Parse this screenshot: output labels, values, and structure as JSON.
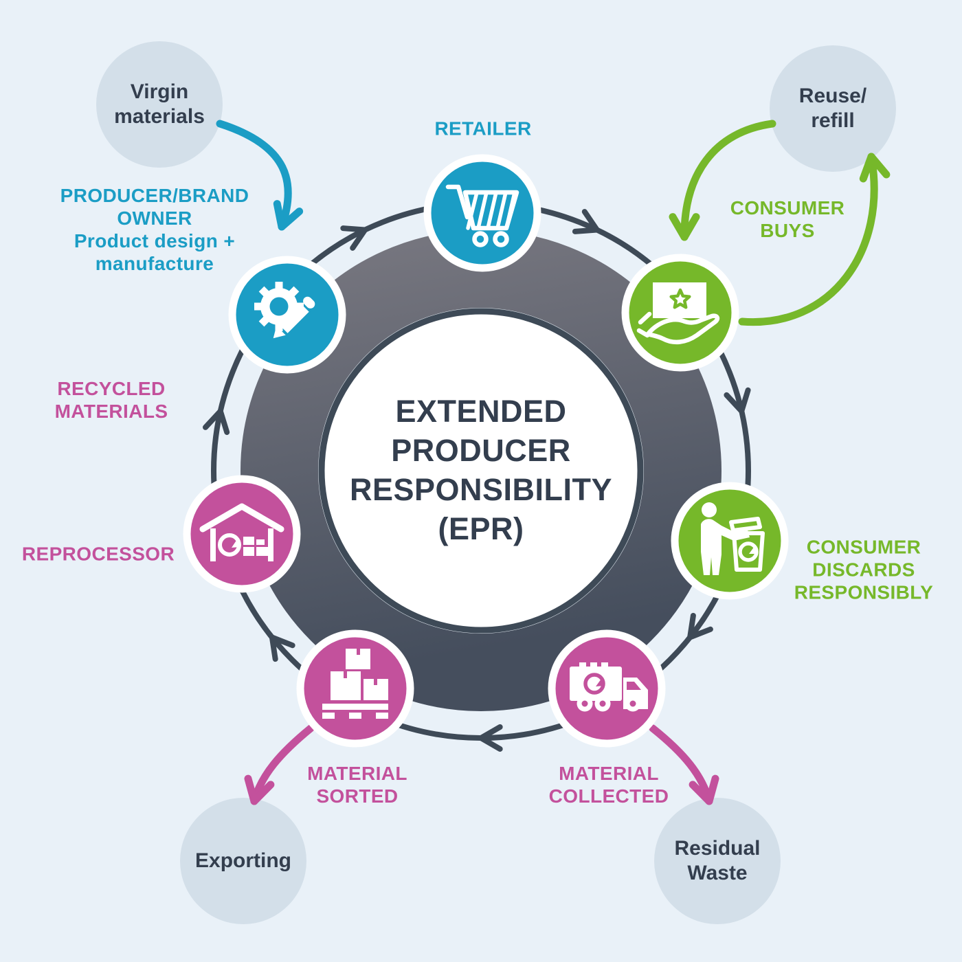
{
  "colors": {
    "bg": "#e9f1f8",
    "navy": "#333e4e",
    "teal": "#1b9dc5",
    "green": "#76b82a",
    "pink": "#c3519c",
    "satellite": "#d3dfe9",
    "ring-top": "#75757e",
    "ring-bottom": "#454e5d",
    "ring-dark": "#3e4a57"
  },
  "center": {
    "lines": [
      "EXTENDED",
      "PRODUCER",
      "RESPONSIBILITY",
      "(EPR)"
    ]
  },
  "nodes": {
    "producer": {
      "icon": "gear-pencil-icon",
      "label_lines": [
        "PRODUCER/BRAND",
        "OWNER",
        "Product design +",
        "manufacture"
      ]
    },
    "retailer": {
      "icon": "shopping-cart-icon",
      "label_lines": [
        "RETAILER"
      ]
    },
    "consumer_buys": {
      "icon": "hand-holding-card-icon",
      "label_lines": [
        "CONSUMER",
        "BUYS"
      ]
    },
    "consumer_discards": {
      "icon": "person-recycling-bin-icon",
      "label_lines": [
        "CONSUMER",
        "DISCARDS",
        "RESPONSIBLY"
      ]
    },
    "material_collected": {
      "icon": "garbage-truck-icon",
      "label_lines": [
        "MATERIAL",
        "COLLECTED"
      ]
    },
    "material_sorted": {
      "icon": "boxes-pallet-icon",
      "label_lines": [
        "MATERIAL",
        "SORTED"
      ]
    },
    "reprocessor": {
      "icon": "warehouse-recycle-icon",
      "label_lines": [
        "REPROCESSOR"
      ]
    }
  },
  "extra_labels": {
    "recycled_materials": [
      "RECYCLED",
      "MATERIALS"
    ]
  },
  "satellites": {
    "virgin_materials": [
      "Virgin",
      "materials"
    ],
    "reuse_refill": [
      "Reuse/",
      "refill"
    ],
    "exporting": [
      "Exporting"
    ],
    "residual_waste": [
      "Residual",
      "Waste"
    ]
  }
}
